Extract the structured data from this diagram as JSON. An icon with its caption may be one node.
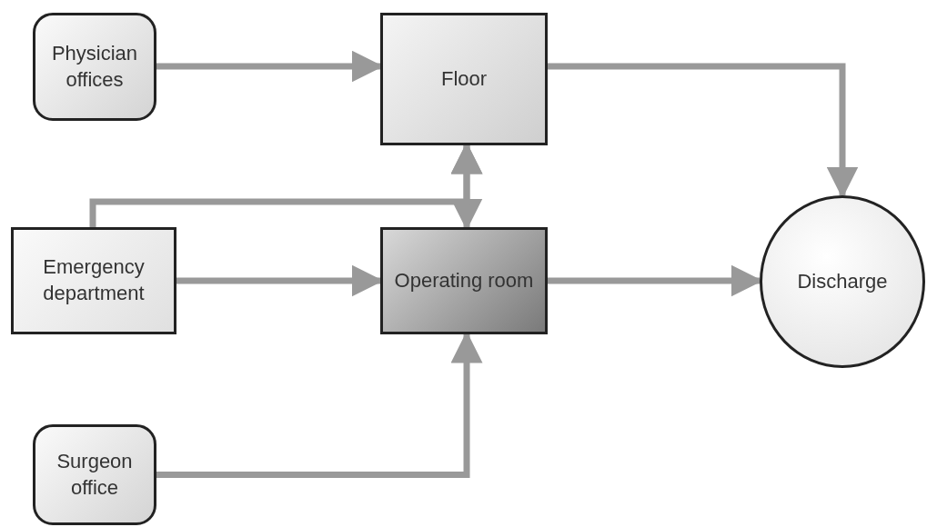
{
  "diagram": {
    "nodes": [
      {
        "text": [
          "Physician offices"
        ]
      },
      {
        "text": [
          "Floor"
        ]
      },
      {
        "text": [
          "Emergency department"
        ]
      },
      {
        "text": [
          "Operating room"
        ]
      },
      {
        "text": [
          "Discharge"
        ]
      },
      {
        "text": [
          "Surgeon office"
        ]
      }
    ],
    "edges": [
      {
        "from": 0,
        "to": 1,
        "arrow": "to"
      },
      {
        "from": 1,
        "to": 4,
        "arrow": "to"
      },
      {
        "from": 1,
        "to": 3,
        "arrow": "both"
      },
      {
        "from": 2,
        "to": 1,
        "arrow": "to"
      },
      {
        "from": 2,
        "to": 3,
        "arrow": "to"
      },
      {
        "from": 3,
        "to": 4,
        "arrow": "to"
      },
      {
        "from": 5,
        "to": 3,
        "arrow": "to"
      }
    ]
  }
}
